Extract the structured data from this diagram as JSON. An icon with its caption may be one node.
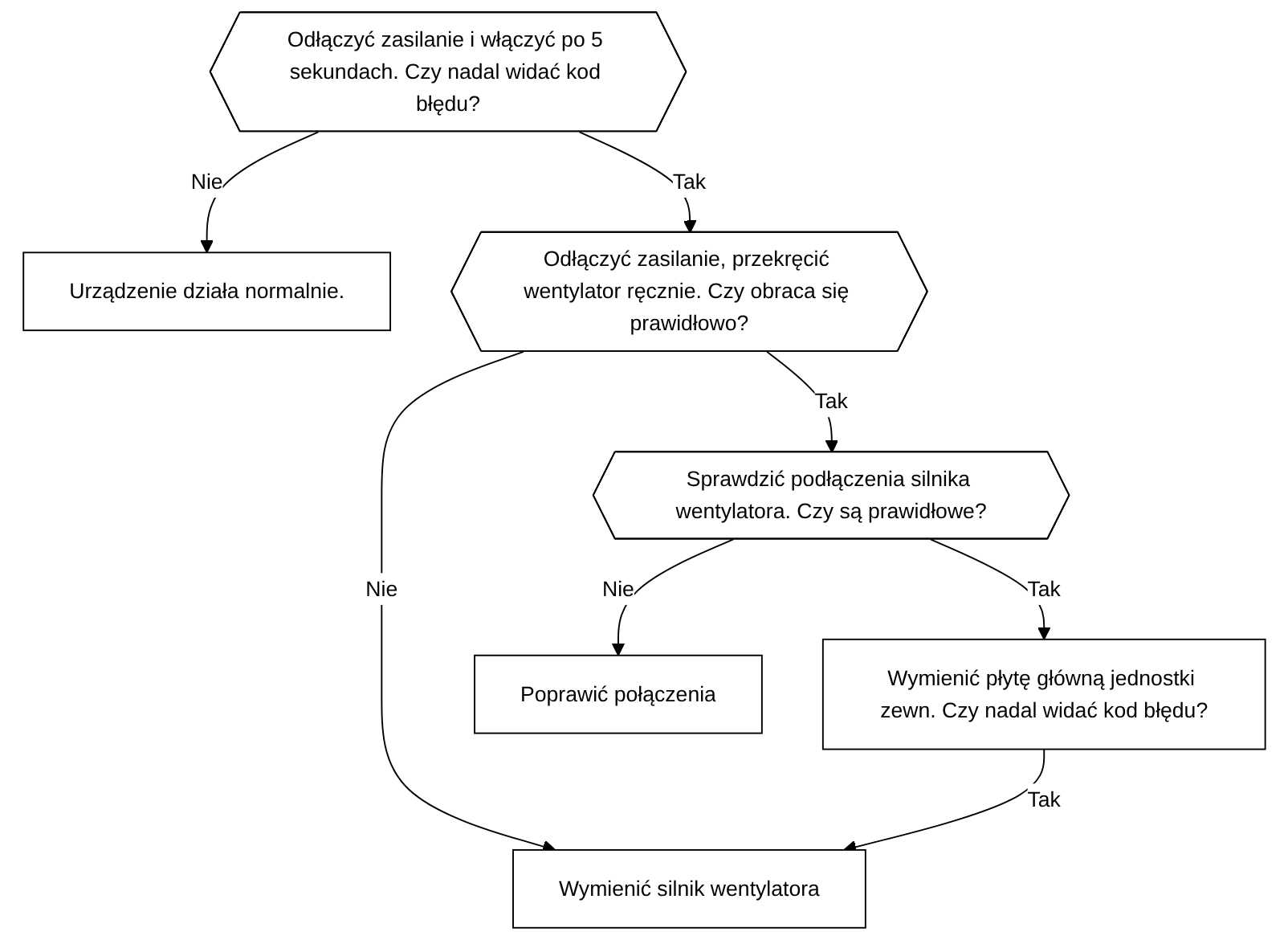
{
  "diagram": {
    "nodes": [
      {
        "text": [
          "Odłączyć zasilanie i włączyć po 5 sekundach. Czy nadal widać kod błędu?"
        ]
      },
      {
        "text": [
          "Urządzenie działa normalnie."
        ]
      },
      {
        "text": [
          "Odłączyć zasilanie, przekręcić wentylator ręcznie. Czy obraca się prawidłowo?"
        ]
      },
      {
        "text": [
          "Wymienić silnik wentylatora"
        ]
      },
      {
        "text": [
          "Sprawdzić podłączenia silnika wentylatora. Czy są prawidłowe?"
        ]
      },
      {
        "text": [
          "Poprawić połączenia"
        ]
      },
      {
        "text": [
          "Wymienić płytę główną jednostki zewn. Czy nadal widać kod błędu?"
        ]
      }
    ],
    "edges": [
      {
        "from": 0,
        "to": 1,
        "arrow": "to",
        "label": "Nie"
      },
      {
        "from": 0,
        "to": 2,
        "arrow": "to",
        "label": "Tak"
      },
      {
        "from": 2,
        "to": 3,
        "arrow": "to",
        "label": "Nie"
      },
      {
        "from": 2,
        "to": 4,
        "arrow": "to",
        "label": "Tak"
      },
      {
        "from": 4,
        "to": 5,
        "arrow": "to",
        "label": "Nie"
      },
      {
        "from": 4,
        "to": 6,
        "arrow": "to",
        "label": "Tak"
      },
      {
        "from": 6,
        "to": 3,
        "arrow": "to",
        "label": "Tak"
      }
    ]
  }
}
